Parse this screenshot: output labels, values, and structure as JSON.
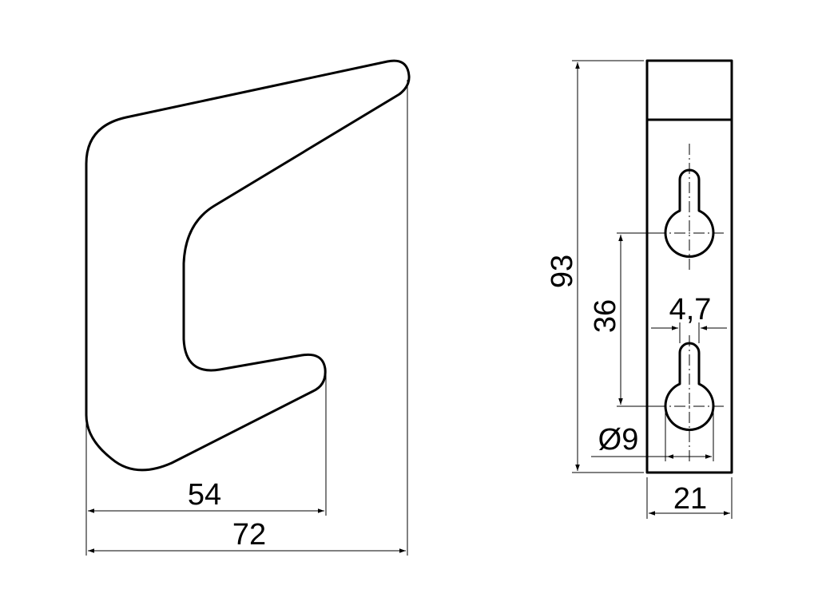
{
  "drawing": {
    "front_view": {
      "dim_hook_reach": "54",
      "dim_total_depth": "72"
    },
    "side_view": {
      "dim_height": "93",
      "dim_hole_spacing": "36",
      "dim_slot_width": "4,7",
      "dim_hole_diameter": "Ø9",
      "dim_width": "21"
    },
    "line_color": "#000000",
    "background_color": "#ffffff"
  }
}
